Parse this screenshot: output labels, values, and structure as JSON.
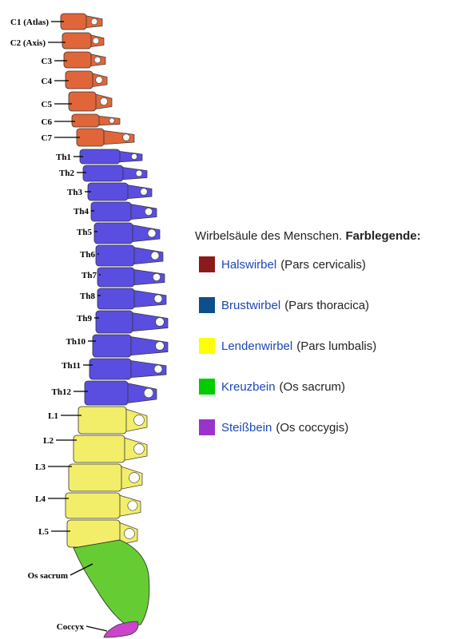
{
  "labels": {
    "cervical": [
      "C1 (Atlas)",
      "C2 (Axis)",
      "C3",
      "C4",
      "C5",
      "C6",
      "C7"
    ],
    "thoracic": [
      "Th1",
      "Th2",
      "Th3",
      "Th4",
      "Th5",
      "Th6",
      "Th7",
      "Th8",
      "Th9",
      "Th10",
      "Th11",
      "Th12"
    ],
    "lumbar": [
      "L1",
      "L2",
      "L3",
      "L4",
      "L5"
    ],
    "sacrum": "Os sacrum",
    "coccyx": "Coccyx"
  },
  "legend": {
    "title_prefix": "Wirbelsäule des Menschen.",
    "title_bold": "Farblegende:",
    "items": [
      {
        "name": "Halswirbel",
        "latin": "(Pars cervicalis)",
        "color": "#8b1a1a"
      },
      {
        "name": "Brustwirbel",
        "latin": "(Pars thoracica)",
        "color": "#0d4f8b"
      },
      {
        "name": "Lendenwirbel",
        "latin": "(Pars lumbalis)",
        "color": "#ffff00"
      },
      {
        "name": "Kreuzbein",
        "latin": "(Os sacrum)",
        "color": "#00cc00"
      },
      {
        "name": "Steißbein",
        "latin": "(Os coccygis)",
        "color": "#9933cc"
      }
    ]
  },
  "spine_colors": {
    "cervical": "#e0663a",
    "thoracic": "#5a4ee0",
    "lumbar": "#f2ee6a",
    "sacrum": "#66cc33",
    "coccyx": "#cc44cc"
  }
}
